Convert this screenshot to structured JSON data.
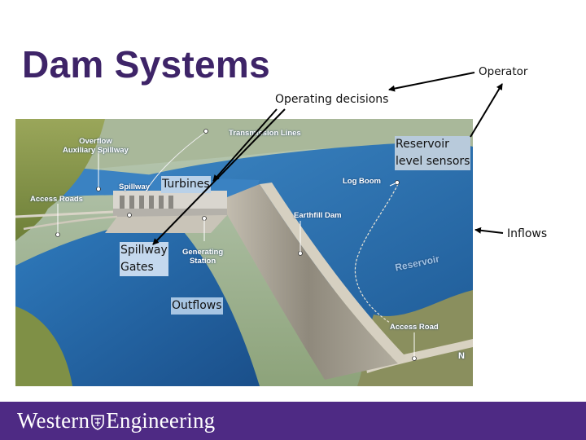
{
  "slide": {
    "title": "Dam Systems",
    "labels": {
      "operator": "Operator",
      "operating_decisions": "Operating decisions",
      "reservoir_sensors": "Reservoir\nlevel sensors",
      "turbines": "Turbines",
      "inflows": "Inflows",
      "spillway_gates": "Spillway\nGates",
      "outflows": "Outflows"
    }
  },
  "diagram": {
    "callouts": {
      "transmission_lines": "Transmission Lines",
      "overflow_spillway": "Overflow\nAuxiliary Spillway",
      "spillway": "Spillway",
      "access_roads": "Access Roads",
      "log_boom": "Log Boom",
      "earthfill_dam": "Earthfill Dam",
      "generating_station": "Generating\nStation",
      "reservoir": "Reservoir",
      "access_road": "Access Road",
      "north": "N"
    },
    "colors": {
      "water": "#2b6fae",
      "land": "#7a8c4a",
      "dam": "#9a9488"
    }
  },
  "footer": {
    "brand_left": "Western",
    "brand_right": "Engineering",
    "crest_icon": "shield-crest-icon",
    "background": "#4e2a84"
  }
}
